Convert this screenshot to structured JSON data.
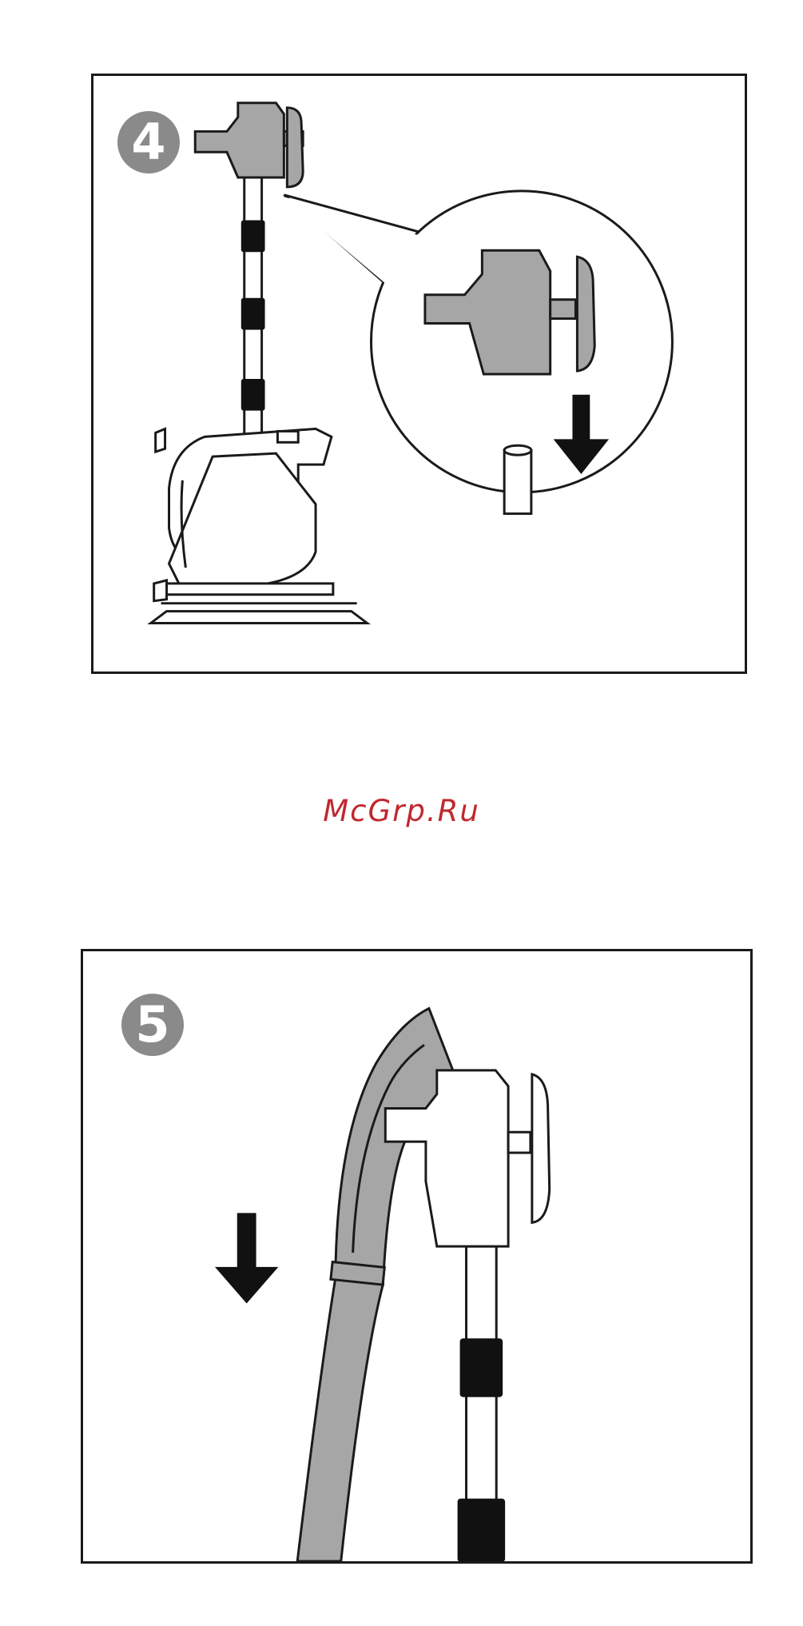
{
  "steps": [
    {
      "number": "4"
    },
    {
      "number": "5"
    }
  ],
  "watermark": "McGrp.Ru",
  "colors": {
    "part_gray": "#a6a6a6",
    "outline": "#1a1a1a",
    "badge": "#8a8a8a",
    "watermark": "#c0282f"
  }
}
